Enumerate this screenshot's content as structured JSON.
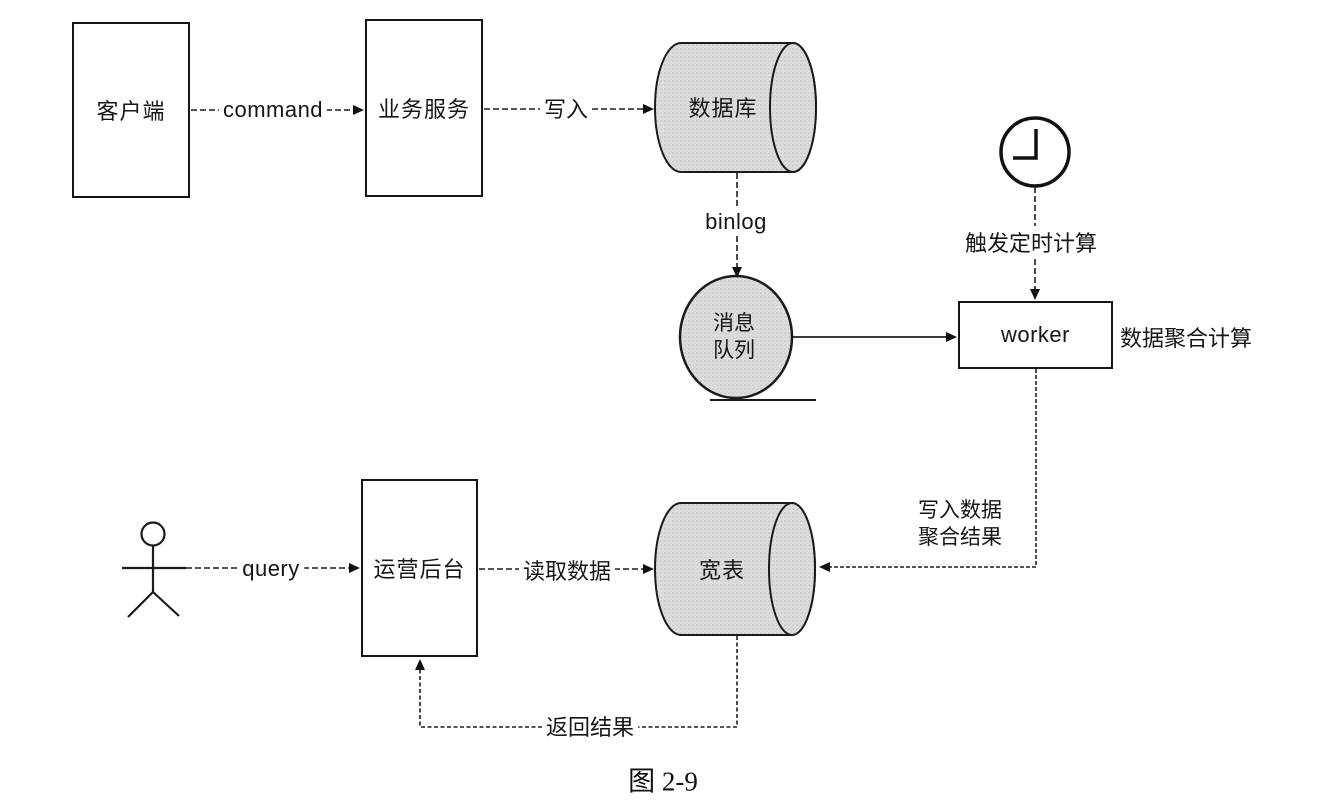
{
  "figure": {
    "caption": "图 2-9"
  },
  "nodes": {
    "client": {
      "label": "客户端",
      "shape": "box"
    },
    "business_service": {
      "label": "业务服务",
      "shape": "box"
    },
    "database": {
      "label": "数据库",
      "shape": "cylinder"
    },
    "message_queue": {
      "label_line1": "消息",
      "label_line2": "队列",
      "shape": "queue-circle"
    },
    "timer": {
      "icon": "clock-icon"
    },
    "worker": {
      "label": "worker",
      "annotation": "数据聚合计算",
      "shape": "box"
    },
    "user": {
      "icon": "actor-icon"
    },
    "ops_backend": {
      "label": "运营后台",
      "shape": "box"
    },
    "wide_table": {
      "label": "宽表",
      "shape": "cylinder"
    }
  },
  "edges": {
    "command": {
      "label": "command",
      "from": "client",
      "to": "business_service"
    },
    "write": {
      "label": "写入",
      "from": "business_service",
      "to": "database"
    },
    "binlog": {
      "label": "binlog",
      "from": "database",
      "to": "message_queue"
    },
    "queue_to_worker": {
      "label": "",
      "from": "message_queue",
      "to": "worker"
    },
    "trigger_timer": {
      "label": "触发定时计算",
      "from": "timer",
      "to": "worker"
    },
    "write_aggregate": {
      "label_line1": "写入数据",
      "label_line2": "聚合结果",
      "from": "worker",
      "to": "wide_table"
    },
    "query": {
      "label": "query",
      "from": "user",
      "to": "ops_backend"
    },
    "read_data": {
      "label": "读取数据",
      "from": "ops_backend",
      "to": "wide_table"
    },
    "return_result": {
      "label": "返回结果",
      "from": "wide_table",
      "to": "ops_backend"
    }
  },
  "colors": {
    "line": "#1f1f1f",
    "cylinder_fill": "#dcdcdc",
    "background": "#ffffff"
  }
}
